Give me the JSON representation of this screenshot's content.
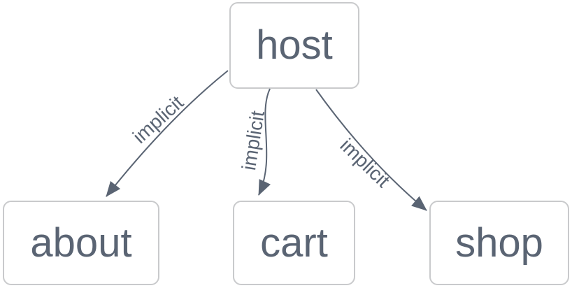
{
  "diagram": {
    "type": "flowchart",
    "direction": "top-down",
    "nodes": [
      {
        "id": "host",
        "label": "host"
      },
      {
        "id": "about",
        "label": "about"
      },
      {
        "id": "cart",
        "label": "cart"
      },
      {
        "id": "shop",
        "label": "shop"
      }
    ],
    "edges": [
      {
        "from": "host",
        "to": "about",
        "label": "implicit"
      },
      {
        "from": "host",
        "to": "cart",
        "label": "implicit"
      },
      {
        "from": "host",
        "to": "shop",
        "label": "implicit"
      }
    ],
    "colors": {
      "background": "#ffffff",
      "node_fill": "#ffffff",
      "node_border": "#c9cacc",
      "node_text": "#5a6473",
      "edge_stroke": "#5a6473",
      "edge_label_text": "#5a6473"
    }
  }
}
